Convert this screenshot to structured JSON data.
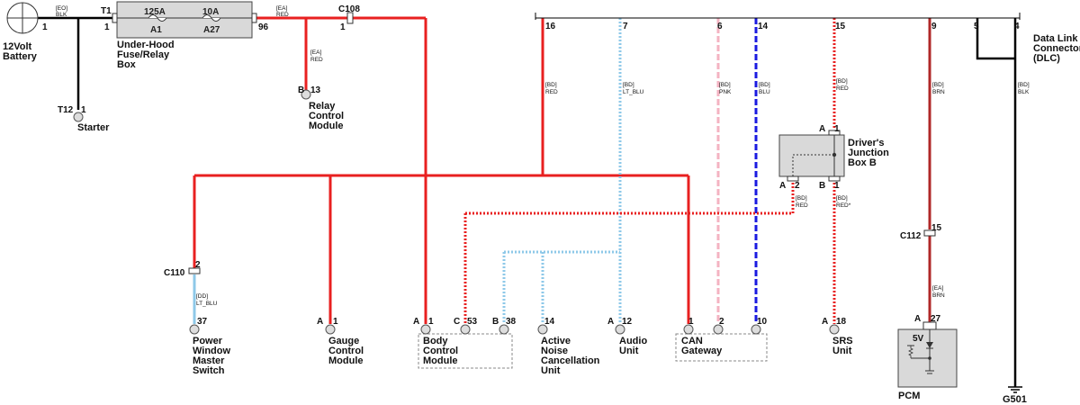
{
  "battery": {
    "label_line1": "12Volt",
    "label_line2": "Battery",
    "pin": "1",
    "wire_code": "[EO]",
    "wire_color": "BLK"
  },
  "fuse_box": {
    "connector": "T1",
    "pin_in": "1",
    "pin_out": "96",
    "label_line1": "Under-Hood",
    "label_line2": "Fuse/Relay",
    "label_line3": "Box",
    "fuse_a": {
      "rating": "125A",
      "id": "A1"
    },
    "fuse_b": {
      "rating": "10A",
      "id": "A27"
    },
    "out_wire_code": "[EA]",
    "out_wire_color": "RED"
  },
  "starter": {
    "connector": "T12",
    "pin": "1",
    "label": "Starter"
  },
  "c108": {
    "label": "C108",
    "pin": "1"
  },
  "relay_module": {
    "wire_code": "[EA]",
    "wire_color": "RED",
    "connector": "B",
    "pin": "13",
    "label_line1": "Relay",
    "label_line2": "Control",
    "label_line3": "Module"
  },
  "bus_pins": [
    {
      "pin": "16",
      "wire_code": "[BD]",
      "wire_color": "RED"
    },
    {
      "pin": "7",
      "wire_code": "[BD]",
      "wire_color": "LT_BLU"
    },
    {
      "pin": "6",
      "wire_code": "[BD]",
      "wire_color": "PNK"
    },
    {
      "pin": "14",
      "wire_code": "[BD]",
      "wire_color": "BLU"
    },
    {
      "pin": "15",
      "wire_code": "[BD]",
      "wire_color": "RED"
    },
    {
      "pin": "9",
      "wire_code": "[BD]",
      "wire_color": "BRN"
    },
    {
      "pin": "5"
    },
    {
      "pin": "4",
      "wire_code": "[BD]",
      "wire_color": "BLK"
    }
  ],
  "dlc": {
    "label_line1": "Data Link",
    "label_line2": "Connector",
    "label_line3": "(DLC)"
  },
  "junction_box": {
    "label_line1": "Driver's",
    "label_line2": "Junction",
    "label_line3": "Box B",
    "top_conn": "A",
    "top_pin": "1",
    "bl_conn": "A",
    "bl_pin": "2",
    "bl_wire_code": "[BD]",
    "bl_wire_color": "RED",
    "br_conn": "B",
    "br_pin": "1",
    "br_wire_code": "[BD]",
    "br_wire_color": "RED*"
  },
  "c110": {
    "label": "C110",
    "pin": "2",
    "wire_code": "[DD]",
    "wire_color": "LT_BLU"
  },
  "c112": {
    "label": "C112",
    "pin": "15",
    "wire_code": "[EA]",
    "wire_color": "BRN"
  },
  "modules": {
    "power_window": {
      "pin": "37",
      "label_line1": "Power",
      "label_line2": "Window",
      "label_line3": "Master",
      "label_line4": "Switch"
    },
    "gauge": {
      "conn": "A",
      "pin": "1",
      "label_line1": "Gauge",
      "label_line2": "Control",
      "label_line3": "Module"
    },
    "bcm": {
      "conn_a": "A",
      "pin_a": "1",
      "conn_c": "C",
      "pin_c": "53",
      "conn_b": "B",
      "pin_b": "38",
      "label_line1": "Body",
      "label_line2": "Control",
      "label_line3": "Module"
    },
    "anc": {
      "pin": "14",
      "label_line1": "Active",
      "label_line2": "Noise",
      "label_line3": "Cancellation",
      "label_line4": "Unit"
    },
    "audio": {
      "conn": "A",
      "pin": "12",
      "label_line1": "Audio",
      "label_line2": "Unit"
    },
    "can": {
      "pin_1": "1",
      "pin_2": "2",
      "pin_10": "10",
      "label_line1": "CAN",
      "label_line2": "Gateway"
    },
    "srs": {
      "conn": "A",
      "pin": "18",
      "label_line1": "SRS",
      "label_line2": "Unit"
    },
    "pcm": {
      "conn": "A",
      "pin": "27",
      "label": "PCM",
      "voltage": "5V"
    }
  },
  "ground": {
    "label": "G501"
  },
  "colors": {
    "red": "#e82020",
    "lt_blu": "#8ec8e8",
    "pnk": "#f4b3c2",
    "blu": "#1a1ae0",
    "brn": "#b02828",
    "blk": "#000000"
  }
}
